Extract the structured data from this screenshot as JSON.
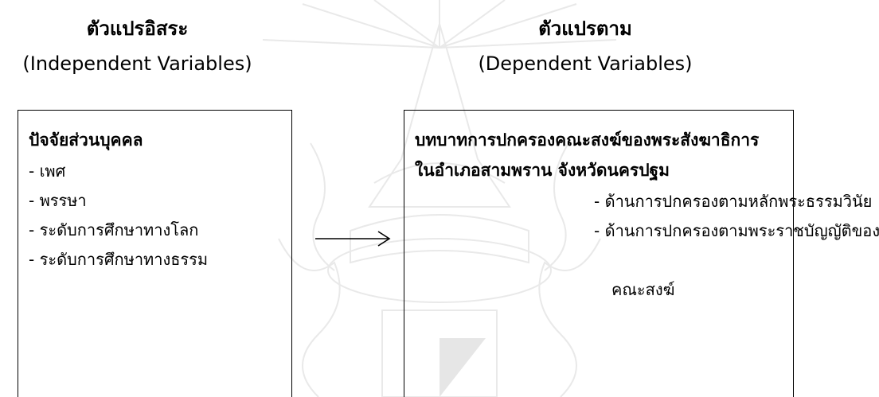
{
  "independent": {
    "heading_th": "ตัวแปรอิสระ",
    "heading_en": "(Independent Variables)",
    "box_title": "ปัจจัยส่วนบุคคล",
    "items": [
      "เพศ",
      "พรรษา",
      "ระดับการศึกษาทางโลก",
      "ระดับการศึกษาทางธรรม"
    ]
  },
  "dependent": {
    "heading_th": "ตัวแปรตาม",
    "heading_en": "(Dependent Variables)",
    "box_title_line1": "บทบาทการปกครองคณะสงฆ์ของพระสังฆาธิการ",
    "box_title_line2": "ในอำเภอสามพราน จังหวัดนครปฐม",
    "items": [
      "ด้านการปกครองตามหลักพระธรรมวินัย",
      "ด้านการปกครองตามพระราชบัญญัติของ"
    ],
    "item_continuation": "คณะสงฆ์"
  }
}
